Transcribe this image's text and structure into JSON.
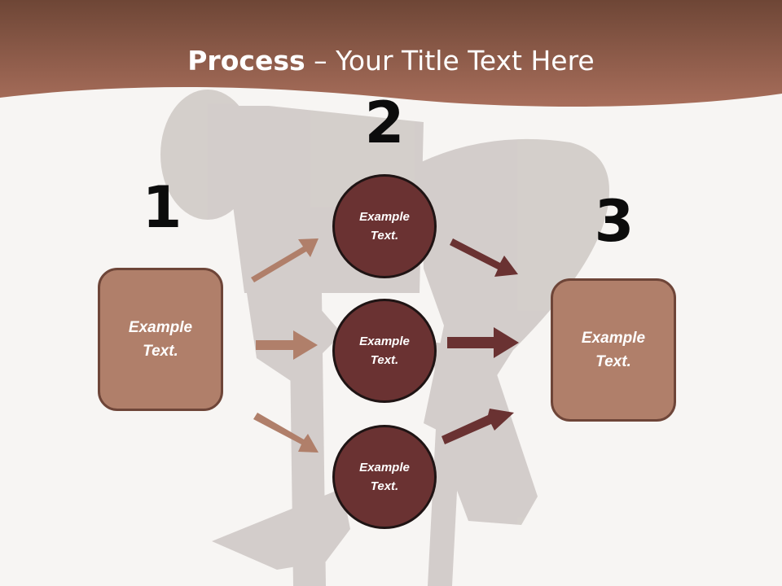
{
  "title": {
    "bold": "Process",
    "rest": " – Your Title Text Here"
  },
  "steps": {
    "one": "1",
    "two": "2",
    "three": "3"
  },
  "left_box": {
    "line1": "Example",
    "line2": "Text."
  },
  "right_box": {
    "line1": "Example",
    "line2": "Text."
  },
  "circles": [
    {
      "line1": "Example",
      "line2": "Text."
    },
    {
      "line1": "Example",
      "line2": "Text."
    },
    {
      "line1": "Example",
      "line2": "Text."
    }
  ],
  "colors": {
    "header": "#9c6351",
    "box_fill": "#b07f6a",
    "circle_fill": "#6a3232",
    "arrow_light": "#b07f6a",
    "arrow_dark": "#6a3232"
  }
}
